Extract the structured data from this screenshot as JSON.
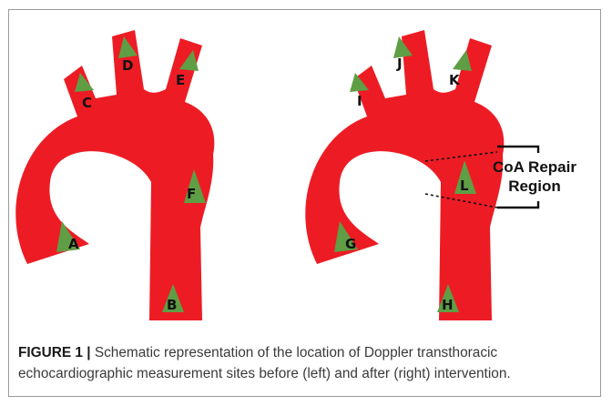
{
  "colors": {
    "vessel": "#ed1c24",
    "marker": "#5f9e44",
    "ink": "#111111"
  },
  "before": {
    "markers": [
      {
        "id": "a",
        "label": "A"
      },
      {
        "id": "b",
        "label": "B"
      },
      {
        "id": "c",
        "label": "C"
      },
      {
        "id": "d",
        "label": "D"
      },
      {
        "id": "e",
        "label": "E"
      },
      {
        "id": "f",
        "label": "F"
      }
    ]
  },
  "after": {
    "markers": [
      {
        "id": "g",
        "label": "G"
      },
      {
        "id": "h",
        "label": "H"
      },
      {
        "id": "i",
        "label": "I"
      },
      {
        "id": "j",
        "label": "J"
      },
      {
        "id": "k",
        "label": "K"
      },
      {
        "id": "l",
        "label": "L"
      }
    ],
    "repair_region": {
      "line1": "CoA Repair",
      "line2": "Region"
    }
  },
  "caption": {
    "label": "FIGURE 1 |",
    "text": " Schematic representation of the location of Doppler transthoracic echocardiographic measurement sites before (left) and after (right) intervention."
  }
}
